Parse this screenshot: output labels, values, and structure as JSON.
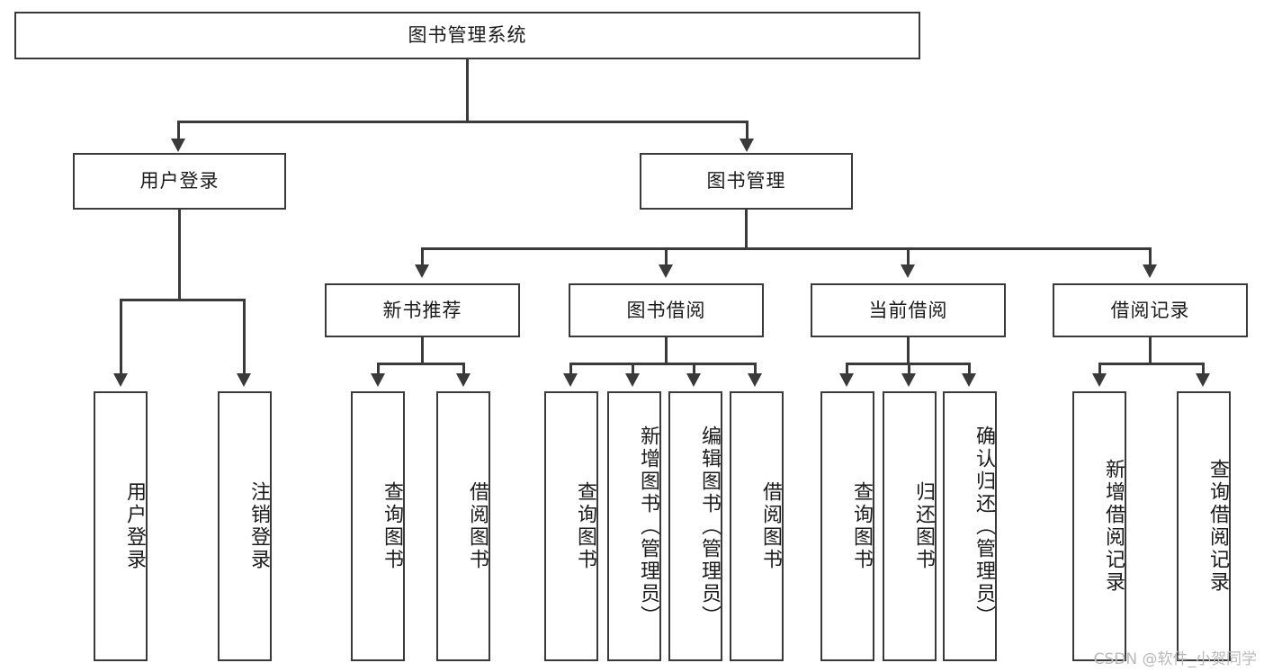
{
  "diagram": {
    "title": "图书管理系统",
    "type": "functional-structure-tree",
    "root": {
      "label": "图书管理系统"
    },
    "level2": [
      {
        "label": "用户登录"
      },
      {
        "label": "图书管理"
      }
    ],
    "level3": [
      {
        "label": "新书推荐"
      },
      {
        "label": "图书借阅"
      },
      {
        "label": "当前借阅"
      },
      {
        "label": "借阅记录"
      }
    ],
    "leaves": [
      {
        "label": "用户登录",
        "parent": "用户登录"
      },
      {
        "label": "注销登录",
        "parent": "用户登录"
      },
      {
        "label": "查询图书",
        "parent": "新书推荐"
      },
      {
        "label": "借阅图书",
        "parent": "新书推荐"
      },
      {
        "label": "查询图书",
        "parent": "图书借阅"
      },
      {
        "label": "新增图书（管理员）",
        "parent": "图书借阅"
      },
      {
        "label": "编辑图书（管理员）",
        "parent": "图书借阅"
      },
      {
        "label": "借阅图书",
        "parent": "图书借阅"
      },
      {
        "label": "查询图书",
        "parent": "当前借阅"
      },
      {
        "label": "归还图书",
        "parent": "当前借阅"
      },
      {
        "label": "确认归还（管理员）",
        "parent": "当前借阅"
      },
      {
        "label": "新增借阅记录",
        "parent": "借阅记录"
      },
      {
        "label": "查询借阅记录",
        "parent": "借阅记录"
      }
    ],
    "colors": {
      "stroke": "#3a3a3a",
      "text": "#1b1b1b",
      "background": "#ffffff",
      "watermark": "#b9b9b9"
    }
  },
  "watermark": {
    "text": "CSDN @软件_小贺同学"
  }
}
